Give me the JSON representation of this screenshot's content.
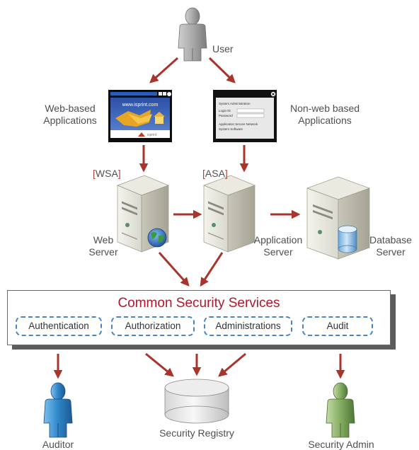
{
  "labels": {
    "user": "User",
    "web_apps": [
      "Web-based",
      "Applications"
    ],
    "nonweb_apps": [
      "Non-web based",
      "Applications"
    ],
    "web_server": [
      "Web",
      "Server"
    ],
    "app_server": [
      "Application",
      "Server"
    ],
    "db_server": [
      "Database",
      "Server"
    ],
    "wsa_tag": "WSA",
    "asa_tag": "ASA",
    "security_registry": "Security Registry",
    "auditor": "Auditor",
    "security_admin": "Security Admin"
  },
  "web_window": {
    "url": "www.isprint.com",
    "brand": "isprint"
  },
  "nonweb_window": {
    "line1": "System Administration",
    "login_label": "Login ID",
    "password_label": "Password",
    "line4": "Application Secure Network",
    "line5": "System Software"
  },
  "common_services": {
    "title": "Common Security Services",
    "items": [
      "Authentication",
      "Authorization",
      "Administrations",
      "Audit"
    ]
  },
  "colors": {
    "arrow": "#a8342c",
    "title_red": "#b3162b",
    "dashed_blue": "#4a85c0",
    "auditor_blue": "#2f86c9",
    "admin_green": "#6f9a50",
    "user_gray": "#a0a0a0"
  }
}
